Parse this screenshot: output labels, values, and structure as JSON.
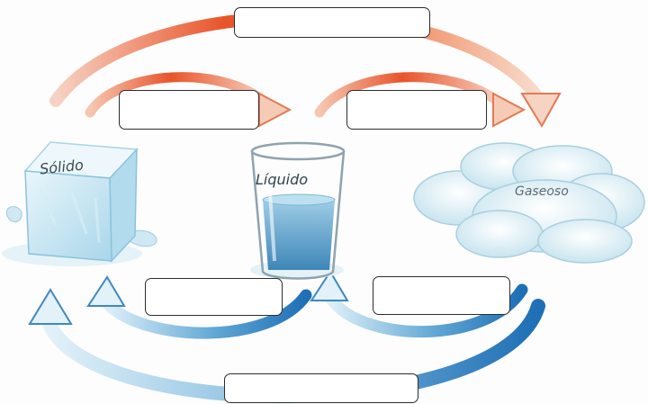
{
  "states": {
    "solid": "Sólido",
    "liquid": "Líquido",
    "gas": "Gaseoso"
  },
  "answer_boxes": {
    "top_outer": "",
    "top_left": "",
    "top_right": "",
    "bottom_left": "",
    "bottom_right": "",
    "bottom_outer": ""
  },
  "colors": {
    "heating_arrow": "#e8542a",
    "cooling_arrow": "#2f7fc0",
    "ice": "#bfe3f2",
    "water": "#7ab8d9",
    "cloud": "#d9eef5",
    "box_border": "#2d2d2d"
  }
}
